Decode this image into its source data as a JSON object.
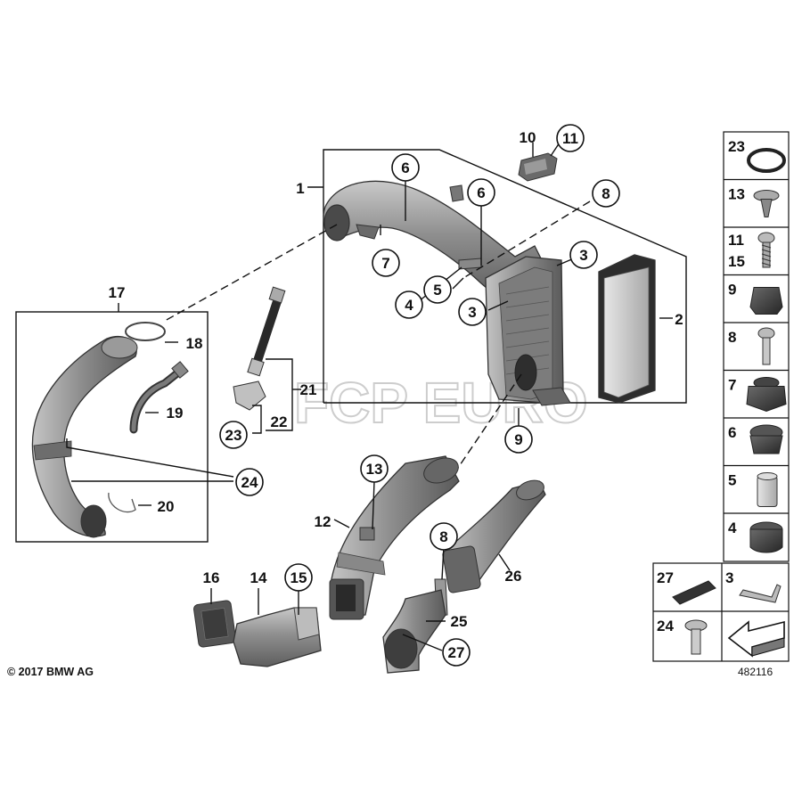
{
  "callouts": [
    {
      "id": "c6a",
      "text": "6",
      "circled": true
    },
    {
      "id": "c7",
      "text": "7",
      "circled": true
    },
    {
      "id": "c6b",
      "text": "6",
      "circled": true
    },
    {
      "id": "c8a",
      "text": "8",
      "circled": true
    },
    {
      "id": "c3a",
      "text": "3",
      "circled": true
    },
    {
      "id": "c3b",
      "text": "3",
      "circled": true
    },
    {
      "id": "c5",
      "text": "5",
      "circled": true
    },
    {
      "id": "c4",
      "text": "4",
      "circled": true
    },
    {
      "id": "c11",
      "text": "11",
      "circled": true
    },
    {
      "id": "c9",
      "text": "9",
      "circled": true
    },
    {
      "id": "c23",
      "text": "23",
      "circled": true
    },
    {
      "id": "c24",
      "text": "24",
      "circled": true
    },
    {
      "id": "c13",
      "text": "13",
      "circled": true
    },
    {
      "id": "c8b",
      "text": "8",
      "circled": true
    },
    {
      "id": "c15",
      "text": "15",
      "circled": true
    },
    {
      "id": "c27",
      "text": "27",
      "circled": true
    },
    {
      "id": "t1",
      "text": "1",
      "circled": false
    },
    {
      "id": "t2",
      "text": "2",
      "circled": false
    },
    {
      "id": "t10",
      "text": "10",
      "circled": false
    },
    {
      "id": "t17",
      "text": "17",
      "circled": false
    },
    {
      "id": "t18",
      "text": "18",
      "circled": false
    },
    {
      "id": "t19",
      "text": "19",
      "circled": false
    },
    {
      "id": "t20",
      "text": "20",
      "circled": false
    },
    {
      "id": "t21",
      "text": "21",
      "circled": false
    },
    {
      "id": "t22",
      "text": "22",
      "circled": false
    },
    {
      "id": "t12",
      "text": "12",
      "circled": false
    },
    {
      "id": "t16",
      "text": "16",
      "circled": false
    },
    {
      "id": "t14",
      "text": "14",
      "circled": false
    },
    {
      "id": "t25",
      "text": "25",
      "circled": false
    },
    {
      "id": "t26",
      "text": "26",
      "circled": false
    }
  ],
  "legend": [
    {
      "labels": [
        "23"
      ],
      "icon": "o-ring-icon"
    },
    {
      "labels": [
        "13"
      ],
      "icon": "expanding-nut-icon"
    },
    {
      "labels": [
        "11",
        "15"
      ],
      "icon": "self-tapping-screw-icon"
    },
    {
      "labels": [
        "9"
      ],
      "icon": "rubber-grommet-icon"
    },
    {
      "labels": [
        "8"
      ],
      "icon": "hex-bolt-icon"
    },
    {
      "labels": [
        "7"
      ],
      "icon": "rubber-mount-icon"
    },
    {
      "labels": [
        "6"
      ],
      "icon": "rubber-mount-flange-icon"
    },
    {
      "labels": [
        "5"
      ],
      "icon": "bushing-sleeve-icon"
    },
    {
      "labels": [
        "4"
      ],
      "icon": "rubber-buffer-icon"
    }
  ],
  "legend_bottom": [
    {
      "label": "27",
      "icon": "foam-strip-icon"
    },
    {
      "label": "3",
      "icon": "clip-bracket-icon"
    },
    {
      "label": "24",
      "icon": "collar-bolt-icon"
    },
    {
      "label": "",
      "icon": "arrow-sign-icon"
    }
  ],
  "copyright": "© 2017 BMW AG",
  "diagram_number": "482116",
  "watermark": "FCP EURO",
  "colors": {
    "ink": "#111111",
    "part_fill": "#8e8e8e",
    "part_dark": "#5a5a5a",
    "watermark": "#c8c8c8"
  }
}
